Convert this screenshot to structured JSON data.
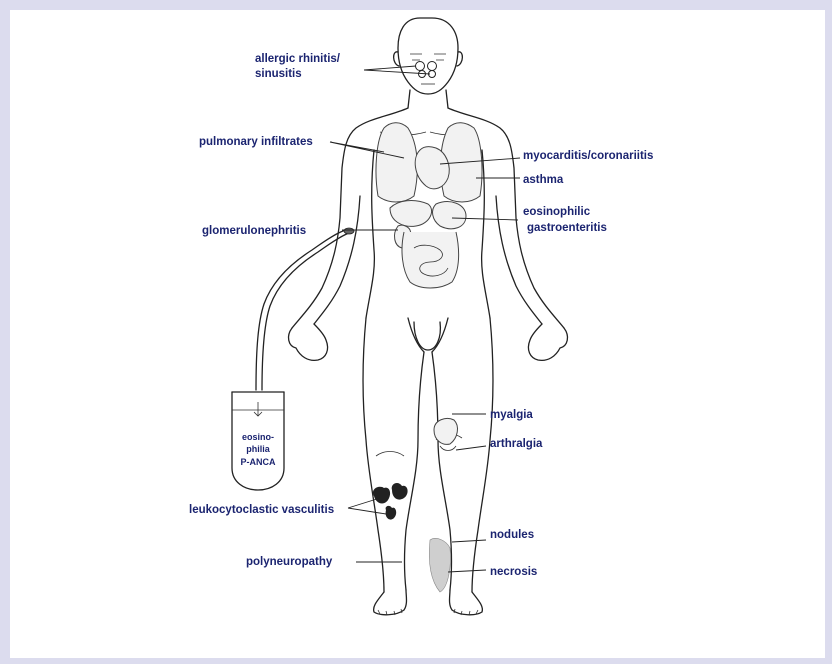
{
  "labels": {
    "allergic_rhinitis_1": "allergic rhinitis/",
    "allergic_rhinitis_2": "sinusitis",
    "pulmonary": "pulmonary infiltrates",
    "myocarditis": "myocarditis/coronariitis",
    "asthma": "asthma",
    "eosinophilic_1": "eosinophilic",
    "eosinophilic_2": "gastroenteritis",
    "glomerulonephritis": "glomerulonephritis",
    "myalgia": "myalgia",
    "arthralgia": "arthralgia",
    "leukocytoclastic": "leukocytoclastic vasculitis",
    "nodules": "nodules",
    "polyneuropathy": "polyneuropathy",
    "necrosis": "necrosis",
    "tube_1": "eosino-",
    "tube_2": "philia",
    "tube_3": "P-ANCA"
  },
  "colors": {
    "label": "#1b2470",
    "frame": "#dcdcee",
    "background": "#ffffff"
  }
}
